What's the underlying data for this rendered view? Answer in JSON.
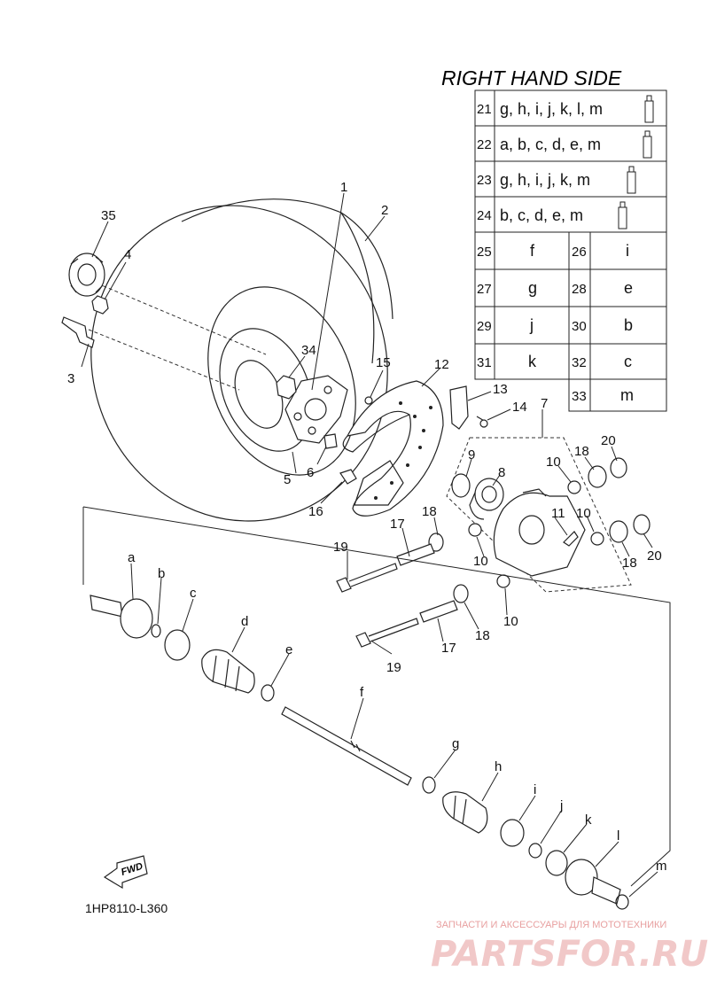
{
  "title": "RIGHT HAND SIDE",
  "figure_code": "1HP8110-L360",
  "fwd_label": "FWD",
  "watermark": {
    "tagline": "ЗАПЧАСТИ И АКСЕССУАРЫ ДЛЯ МОТОТЕХНИКИ",
    "brand": "PARTSFOR.RU"
  },
  "kit_table": {
    "kits": [
      {
        "num": "21",
        "parts": "g, h, i, j, k, l, m",
        "icon": "grease-tube-icon"
      },
      {
        "num": "22",
        "parts": "a, b, c, d, e, m",
        "icon": "grease-tube-icon"
      },
      {
        "num": "23",
        "parts": "g, h, i, j, k, m",
        "icon": "grease-tube-icon"
      },
      {
        "num": "24",
        "parts": "b, c, d, e, m",
        "icon": "grease-tube-icon"
      }
    ],
    "pairs": [
      [
        {
          "num": "25",
          "letter": "f"
        },
        {
          "num": "26",
          "letter": "i"
        }
      ],
      [
        {
          "num": "27",
          "letter": "g"
        },
        {
          "num": "28",
          "letter": "e"
        }
      ],
      [
        {
          "num": "29",
          "letter": "j"
        },
        {
          "num": "30",
          "letter": "b"
        }
      ],
      [
        {
          "num": "31",
          "letter": "k"
        },
        {
          "num": "32",
          "letter": "c"
        }
      ],
      [
        {
          "num": "33",
          "letter": "m"
        }
      ]
    ]
  },
  "callouts": {
    "c1": "1",
    "c2": "2",
    "c3": "3",
    "c4": "4",
    "c5": "5",
    "c6": "6",
    "c7": "7",
    "c8": "8",
    "c9": "9",
    "c10a": "10",
    "c10b": "10",
    "c10c": "10",
    "c10d": "10",
    "c11": "11",
    "c12": "12",
    "c13": "13",
    "c14": "14",
    "c15": "15",
    "c16": "16",
    "c17a": "17",
    "c17b": "17",
    "c18a": "18",
    "c18b": "18",
    "c18c": "18",
    "c18d": "18",
    "c19a": "19",
    "c19b": "19",
    "c20a": "20",
    "c20b": "20",
    "c34": "34",
    "c35": "35",
    "ca": "a",
    "cb": "b",
    "cc": "c",
    "cd": "d",
    "ce": "e",
    "cf": "f",
    "cg": "g",
    "ch": "h",
    "ci": "i",
    "cj": "j",
    "ck": "k",
    "cl": "l",
    "cm": "m"
  }
}
